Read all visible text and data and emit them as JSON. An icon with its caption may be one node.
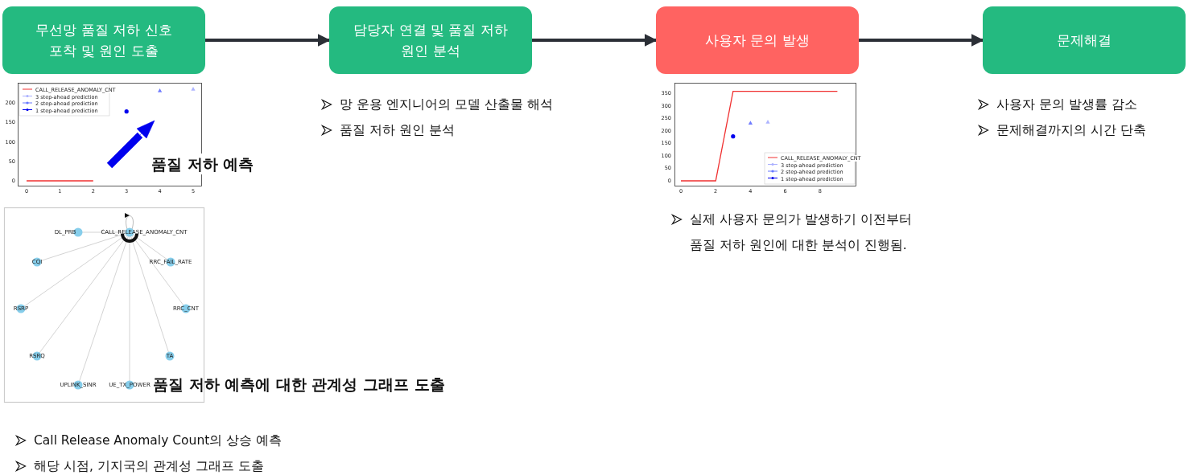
{
  "diagram": {
    "nodes": [
      {
        "text": [
          "무선망 품질 저하 신호 포착 및 원인 도출"
        ]
      },
      {
        "text": [
          "담당자 연결 및 품질 저하 원인 분석"
        ],
        "beside": [
          "망 운용 엔지니어의 모델 산출물 해석",
          "품질 저하 원인 분석"
        ]
      },
      {
        "text": [
          "사용자 문의 발생"
        ]
      },
      {
        "text": [
          "문제해결"
        ],
        "beside": [
          "사용자 문의 발생률 감소",
          "문제해결까지의 시간 단축"
        ]
      }
    ],
    "edges": [
      {
        "from": 0,
        "to": 1,
        "arrow": "to"
      },
      {
        "from": 1,
        "to": 2,
        "arrow": "to"
      },
      {
        "from": 2,
        "to": 3,
        "arrow": "to"
      }
    ],
    "labels": [
      "200",
      "150",
      "100",
      "50",
      "0",
      "0",
      "1",
      "2",
      "3",
      "4",
      "5",
      "품질 저하 예측",
      "DL_PRB",
      "CALL_RELEASE_ANOMALY_CNT",
      "CQI",
      "RRC_FAIL_RATE",
      "RSRP",
      "RRC_CNT",
      "RSRQ",
      "TA",
      "UPLINK_SINR",
      "UE_TX_POWER",
      "품질 저하 예측에 대한 관계성 그래프 도출",
      "Call Release Anomaly Count의 상승 예측",
      "해당 시점, 기지국의 관계성 그래프 도출",
      "350",
      "300",
      "250",
      "200",
      "150",
      "100",
      "50",
      "0",
      "0",
      "2",
      "4",
      "6",
      "8",
      "실제 사용자 문의가 발생하기 이전부터 품질 저하 원인에 대한 분석이 진행됨."
    ],
    "legend": [
      {
        "text": "CALL_RELEASE_ANOMALY_CNT"
      },
      {
        "text": "3 step-ahead prediction"
      },
      {
        "text": "2 step-ahead prediction"
      },
      {
        "text": "1 step-ahead prediction"
      },
      {
        "text": "CALL_RELEASE_ANOMALY_CNT"
      },
      {
        "text": "3 step-ahead prediction"
      },
      {
        "text": "2 step-ahead prediction"
      },
      {
        "text": "1 step-ahead prediction"
      }
    ]
  }
}
